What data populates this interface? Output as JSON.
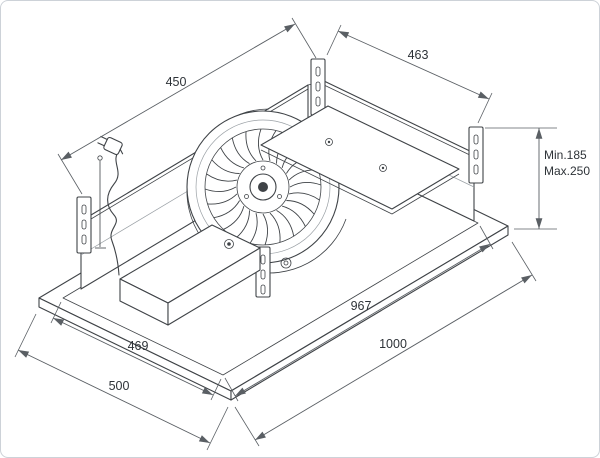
{
  "app": {
    "background": "#ffffff",
    "border_color": "#cdd2d8"
  },
  "drawing": {
    "subject": "ceiling extractor hood - isometric dimension drawing",
    "line_color": "#3f4347",
    "dimension_color": "#5a5f64",
    "label_color": "#2e3338",
    "icons": {
      "power_plug": "plug-icon"
    },
    "dimensions": {
      "top_left_width": "450",
      "top_right_depth": "463",
      "height_min": "Min.185",
      "height_max": "Max.250",
      "bottom_inner_length": "967",
      "bottom_outer_length": "1000",
      "bottom_inner_depth": "469",
      "bottom_outer_depth": "500"
    }
  }
}
